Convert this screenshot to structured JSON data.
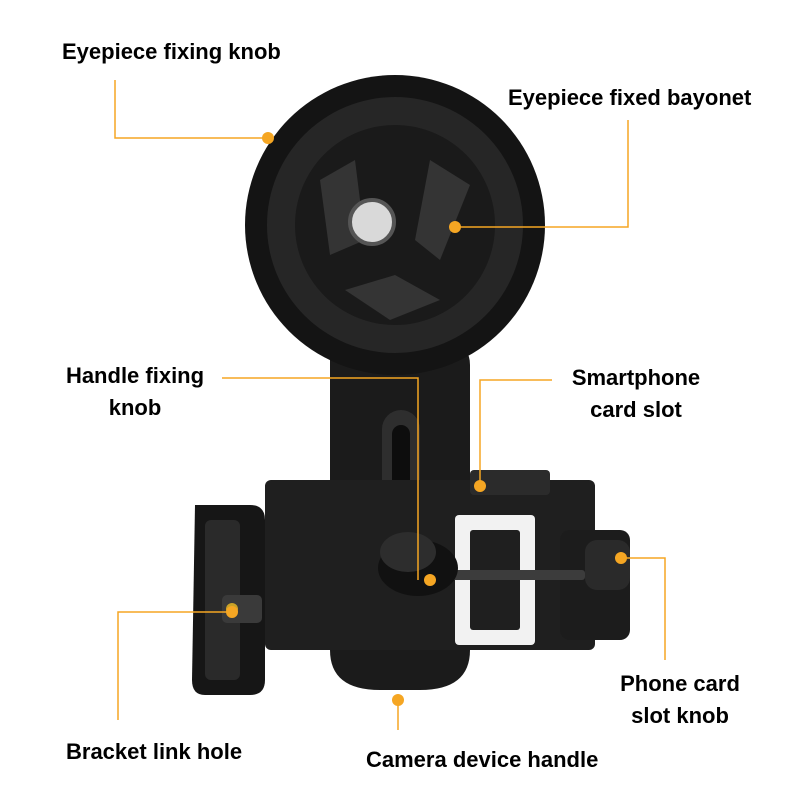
{
  "colors": {
    "leader": "#f5a623",
    "dot": "#f5a623",
    "device_dark": "#1b1b1b",
    "device_mid": "#2e2e2e",
    "device_light": "#4a4a4a",
    "lens": "#d9d9d9"
  },
  "labels": {
    "eyepiece_fixing_knob": "Eyepiece fixing knob",
    "eyepiece_fixed_bayonet": "Eyepiece fixed bayonet",
    "handle_fixing_knob_line1": "Handle fixing",
    "handle_fixing_knob_line2": "knob",
    "smartphone_card_slot_line1": "Smartphone",
    "smartphone_card_slot_line2": "card slot",
    "phone_card_slot_knob_line1": "Phone card",
    "phone_card_slot_knob_line2": "slot knob",
    "bracket_link_hole": "Bracket link hole",
    "camera_device_handle": "Camera device handle"
  }
}
